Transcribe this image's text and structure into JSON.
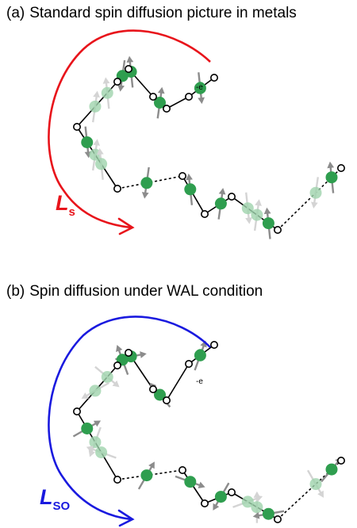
{
  "panels": [
    {
      "label": "(a)",
      "title": "Standard spin diffusion picture in metals",
      "length_symbol": "L",
      "length_subscript": "s",
      "electron_label": "-e",
      "color": "#e8141b",
      "mode": "aligned"
    },
    {
      "label": "(b)",
      "title": "Spin diffusion under WAL condition",
      "length_symbol": "L",
      "length_subscript": "SO",
      "electron_label": "-e",
      "color": "#1a1adf",
      "mode": "random"
    }
  ],
  "colors": {
    "electron": "#2f9e4f",
    "electron_faded": "#9fd3ad",
    "arrow": "#8c8c8c",
    "arrow_faded": "#d4d4d4",
    "path": "#000000"
  }
}
